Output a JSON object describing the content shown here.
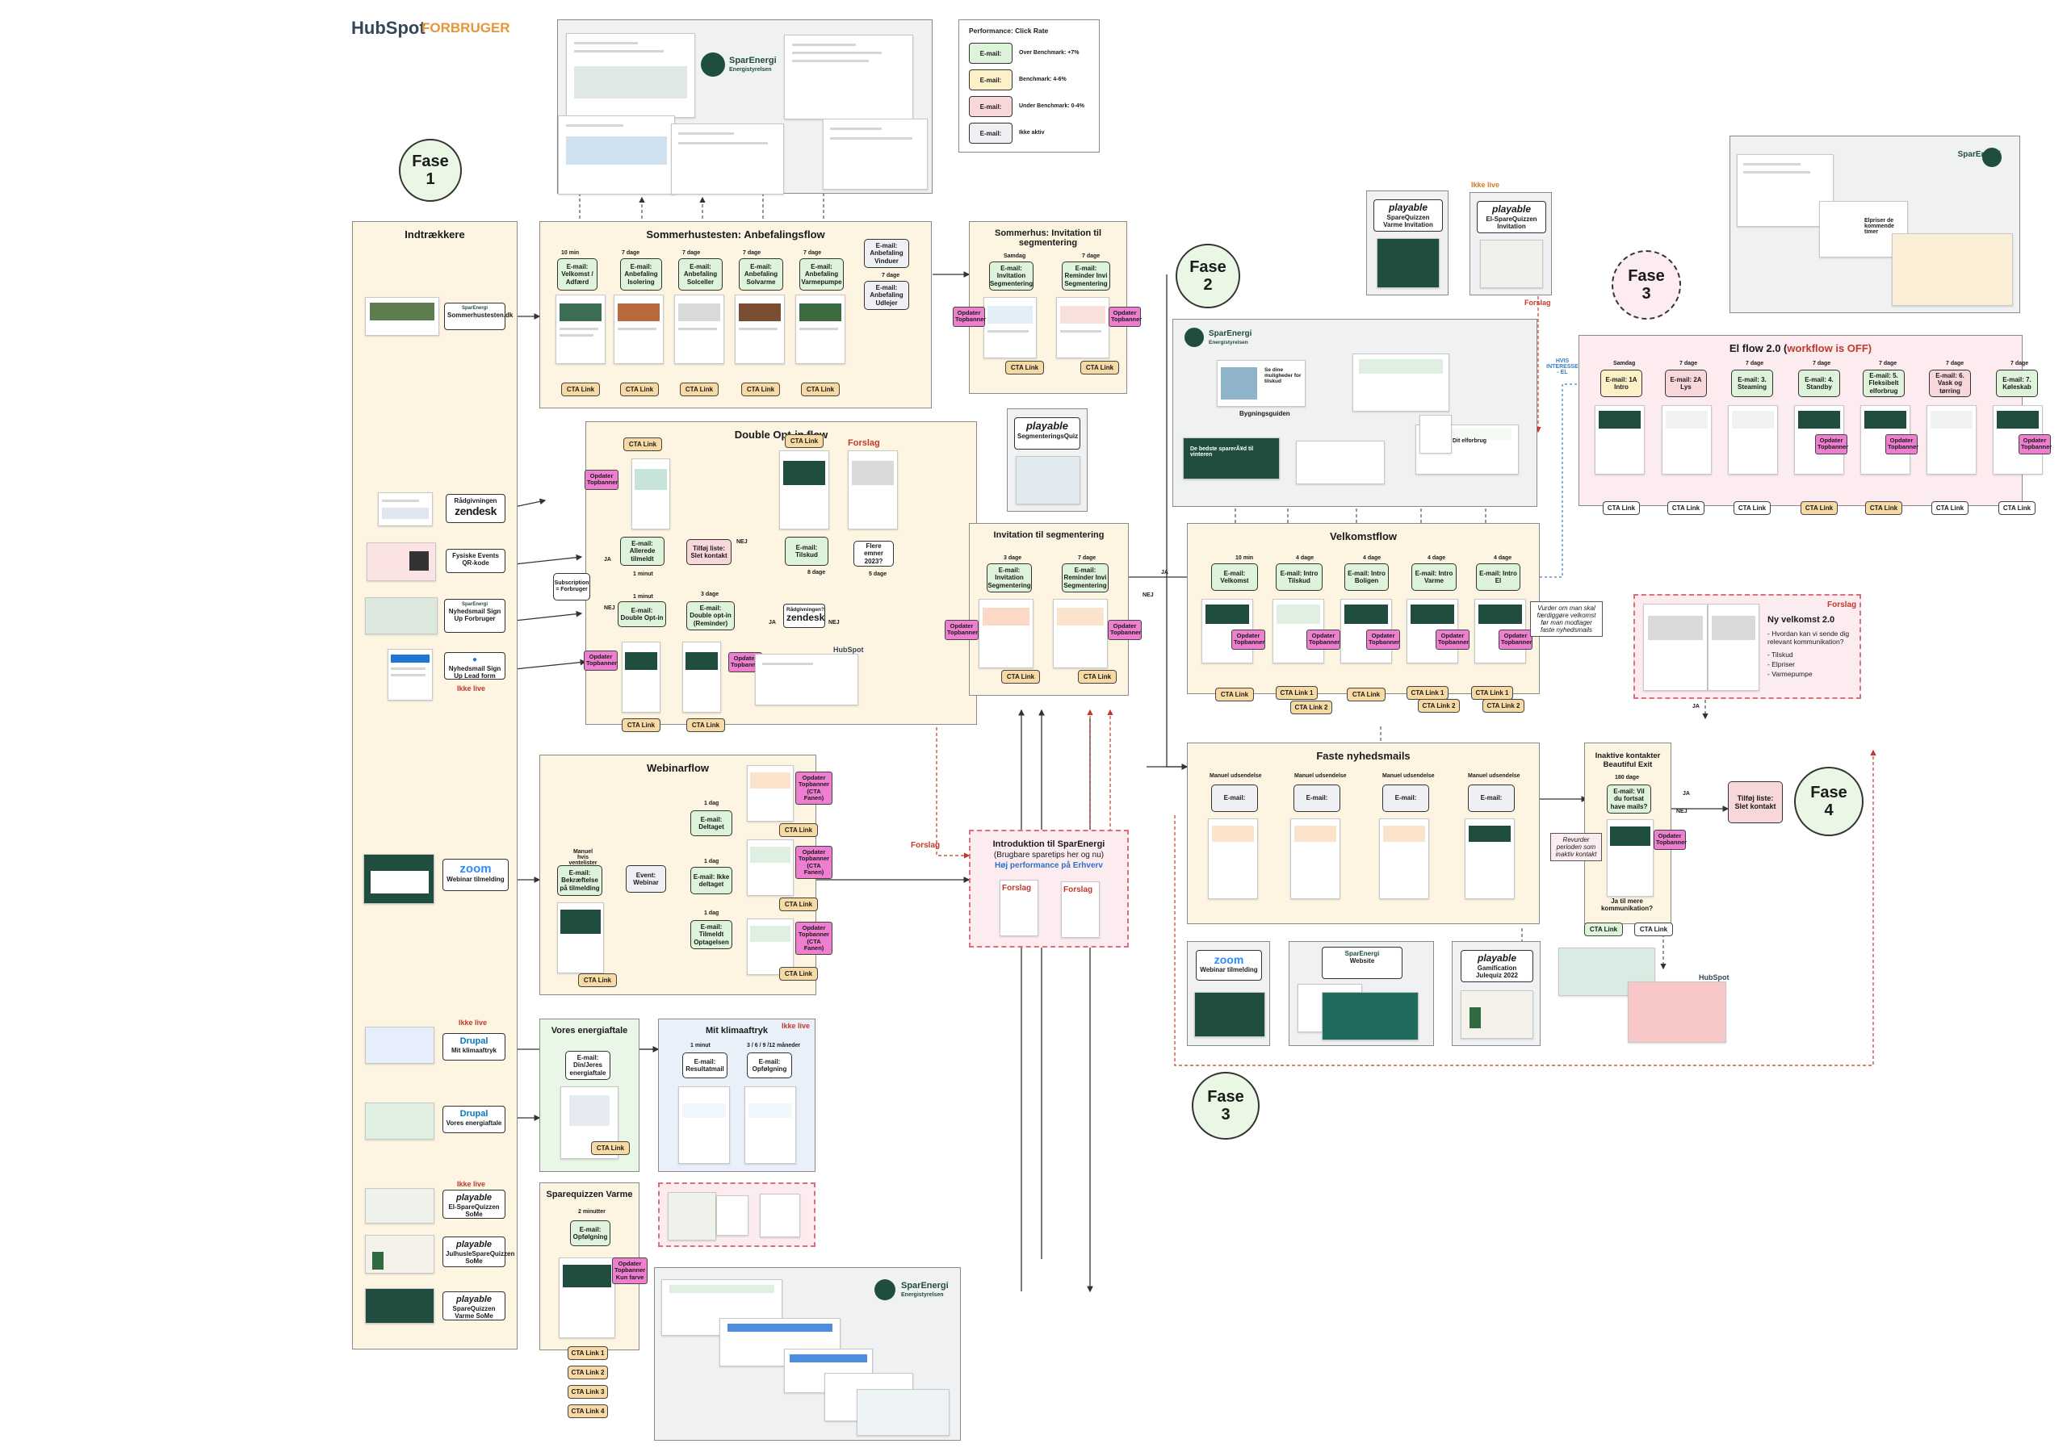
{
  "header": {
    "brand": "HubSpot",
    "title": "FORBRUGER"
  },
  "legend": {
    "title": "Performance: Click Rate",
    "email_label": "E-mail:",
    "rows": [
      "Over Benchmark: +7%",
      "Benchmark: 4-6%",
      "Under Benchmark: 0-4%",
      "Ikke aktiv"
    ],
    "colors": [
      "#ddf3da",
      "#fbf0c6",
      "#f8d7db",
      "#eef0f3"
    ]
  },
  "phases": {
    "f1": "Fase\n1",
    "f2": "Fase\n2",
    "f3a": "Fase\n3",
    "f3b": "Fase\n3",
    "f4": "Fase\n4"
  },
  "common": {
    "cta": "CTA Link",
    "opdater": "Opdater Topbanner",
    "forslag": "Forslag",
    "ikke_live": "Ikke live",
    "ja": "JA",
    "nej": "NEJ",
    "sparenergi": "SparEnergi",
    "energistyrelsen": "Energistyrelsen",
    "playable": "playable",
    "zoom": "zoom",
    "zendesk": "zendesk",
    "drupal": "Drupal"
  },
  "indtraekkere": {
    "title": "Indtrækkere",
    "sources": [
      "Sommerhustesten.dk",
      "Rådgivningen",
      "Fysiske Events QR-kode",
      "Nyhedsmail Sign Up Forbruger",
      "Nyhedsmail Sign Up Lead form",
      "Webinar tilmelding",
      "Mit klimaaftryk",
      "Vores energiaftale",
      "El-SpareQuizzen SoMe",
      "JulhusleSpareQuizzen SoMe",
      "SpareQuizzen Varme SoMe"
    ],
    "ikke_live_labels": [
      "Ikke live",
      "Ikke live",
      "Ikke live"
    ]
  },
  "sommerhus": {
    "title": "Sommerhustesten: Anbefalingsflow",
    "delays": [
      "10 min",
      "7 dage",
      "7 dage",
      "7 dage",
      "7 dage",
      "7 dage"
    ],
    "nodes": [
      "E-mail: Velkomst / Adfærd",
      "E-mail: Anbefaling Isolering",
      "E-mail: Anbefaling Solceller",
      "E-mail: Anbefaling Solvarme",
      "E-mail: Anbefaling Varmepumpe",
      "E-mail: Anbefaling Vinduer",
      "E-mail: Anbefaling Udlejer"
    ]
  },
  "invitation_sommerhus": {
    "title": "Sommerhus: Invitation til segmentering",
    "delays": [
      "Samdag",
      "7 dage"
    ],
    "nodes": [
      "E-mail: Invitation Segmentering",
      "E-mail: Reminder Invi Segmentering"
    ]
  },
  "doubleoptin": {
    "title": "Double Opt-in flow",
    "subscription": "Subscription = Forbruger",
    "delays": [
      "1 minut",
      "1 minut",
      "3 dage",
      "8 dage",
      "5 dage"
    ],
    "nodes": [
      "E-mail: Allerede tilmeldt",
      "E-mail: Double Opt-in",
      "E-mail: Double opt-in (Reminder)",
      "E-mail: Tilskud",
      "Flere emner 2023?"
    ],
    "tilfoj": "Tilføj liste: Slet kontakt",
    "raadgivning": "Rådgivningen?",
    "hubspot": "HubSpot"
  },
  "quiz": {
    "name": "SegmenteringsQuiz"
  },
  "invitation": {
    "title": "Invitation til segmentering",
    "delays": [
      "3 dage",
      "7 dage"
    ],
    "nodes": [
      "E-mail: Invitation Segmentering",
      "E-mail: Reminder Invi Segmentering"
    ]
  },
  "webinar": {
    "title": "Webinarflow",
    "manuel": "Manuel hvis ventelister",
    "nodes": [
      "E-mail: Bekræftelse på tilmelding",
      "Event: Webinar",
      "E-mail: Deltaget",
      "E-mail: Ikke deltaget",
      "E-mail: Tilmeldt Optagelsen"
    ],
    "delays": [
      "1 dag",
      "1 dag",
      "1 dag"
    ],
    "cta_fanen": "Opdater Topbanner (CTA Fanen)"
  },
  "introduktion": {
    "title": "Introduktion til SparEnergi",
    "sub": "(Brugbare sparetips her og nu)",
    "highlight": "Høj performance på Erhverv"
  },
  "energiaftale": {
    "title": "Vores energiaftale",
    "node": "E-mail: Din/Jeres energiaftale"
  },
  "klimaaftryk": {
    "title": "Mit klimaaftryk",
    "delays": [
      "1 minut",
      "3 / 6 / 9 /12 måneder"
    ],
    "nodes": [
      "E-mail: Resultatmail",
      "E-mail: Opfølgning"
    ]
  },
  "sparequiz": {
    "title": "Sparequizzen Varme",
    "delay": "2 minutter",
    "node": "E-mail: Opfølgning",
    "opd": "Opdater Topbanner Kun farve",
    "ctas": [
      "CTA Link 1",
      "CTA Link 2",
      "CTA Link 3",
      "CTA Link 4"
    ]
  },
  "fase2": {
    "playable_top": [
      "SpareQuizzen Varme Invitation",
      "El-SpareQuizzen Invitation"
    ],
    "cards": [
      "Se dine muligheder for tilskud",
      "Bygningsguiden",
      "De bedste sparerÃ¥d til vinteren",
      "Dit elforbrug"
    ]
  },
  "velkomst": {
    "title": "Velkomstflow",
    "delays": [
      "10 min",
      "4 dage",
      "4 dage",
      "4 dage",
      "4 dage"
    ],
    "nodes": [
      "E-mail: Velkomst",
      "E-mail: Intro Tilskud",
      "E-mail: Intro Boligen",
      "E-mail: Intro Varme",
      "E-mail: Intro El"
    ],
    "note": "Vurder om man skal færdiggøre velkomst før man modtager faste nyhedsmails",
    "ctas": [
      "CTA Link",
      "CTA Link 1",
      "CTA Link 2",
      "CTA Link",
      "CTA Link 1",
      "CTA Link 2",
      "CTA Link 1",
      "CTA Link 2"
    ],
    "hvis": "HVIS INTERESSE - EL"
  },
  "elflow": {
    "title": "El flow 2.0 (",
    "title_red": "workflow is OFF)",
    "delays": [
      "Samdag",
      "7 dage",
      "7 dage",
      "7 dage",
      "7 dage",
      "7 dage",
      "7 dage"
    ],
    "nodes": [
      "E-mail: 1A Intro",
      "E-mail: 2A Lys",
      "E-mail: 3. Steaming",
      "E-mail: 4. Standby",
      "E-mail: 5. Fleksibelt elforbrug",
      "E-mail: 6. Vask og tørring",
      "E-mail: 7. Køleskab"
    ],
    "card": "Elpriser de kommende timer"
  },
  "ny_velkomst": {
    "title": "Ny velkomst 2.0",
    "question": "- Hvordan kan vi sende dig relevant kommunikation?",
    "items": [
      "- Tilskud",
      "- Elpriser",
      "- Varmepumpe"
    ]
  },
  "faste": {
    "title": "Faste nyhedsmails",
    "manuel": "Manuel udsendelse",
    "node": "E-mail:"
  },
  "fase3_bottom": {
    "webinar": "Webinar tilmelding",
    "website": "Website",
    "gamification": "Gamification Julequiz 2022"
  },
  "inaktive": {
    "title": "Inaktive kontakter Beautiful Exit",
    "delay": "180 dage",
    "node": "E-mail: Vil du fortsat have mails?",
    "note": "Revurder perioden som inaktiv kontakt",
    "question": "Ja til mere kommunikation?",
    "slet": "Tilføj liste: Slet kontakt"
  }
}
